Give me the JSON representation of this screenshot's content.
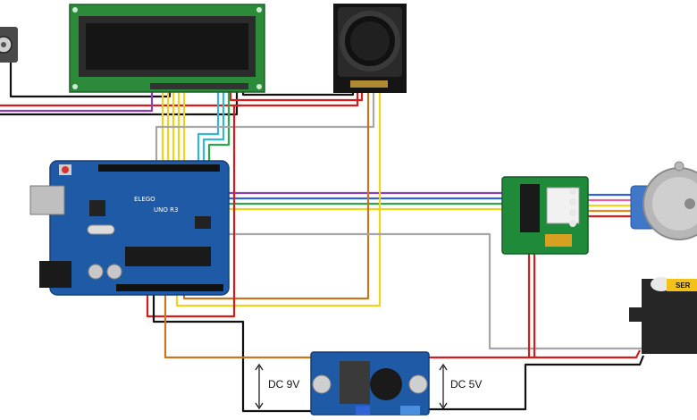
{
  "labels": {
    "dc_in": "DC 9V",
    "dc_out": "DC 5V",
    "servo_brand": "SER",
    "arduino_brand": "ELEGO",
    "arduino_model": "UNO R3"
  },
  "components": {
    "potentiometer": "potentiometer",
    "lcd": "16x2 LCD",
    "joystick": "joystick module",
    "arduino": "arduino-uno",
    "stepper_driver": "ULN2003 driver",
    "stepper_motor": "28BYJ-48 stepper",
    "servo": "servo motor",
    "buck_converter": "DC-DC buck converter"
  },
  "colors": {
    "red": "#d81c1c",
    "black": "#111111",
    "purple": "#8a3fb8",
    "gray": "#a6a6a6",
    "blue": "#2f63d6",
    "cyan": "#2fb8d8",
    "green": "#2aa84a",
    "yellow": "#f2d21b",
    "orange": "#c8751f",
    "pcb_blue": "#1f5aa6",
    "pcb_green": "#1e8a3a",
    "lcd_screen": "#1a1a1a"
  }
}
